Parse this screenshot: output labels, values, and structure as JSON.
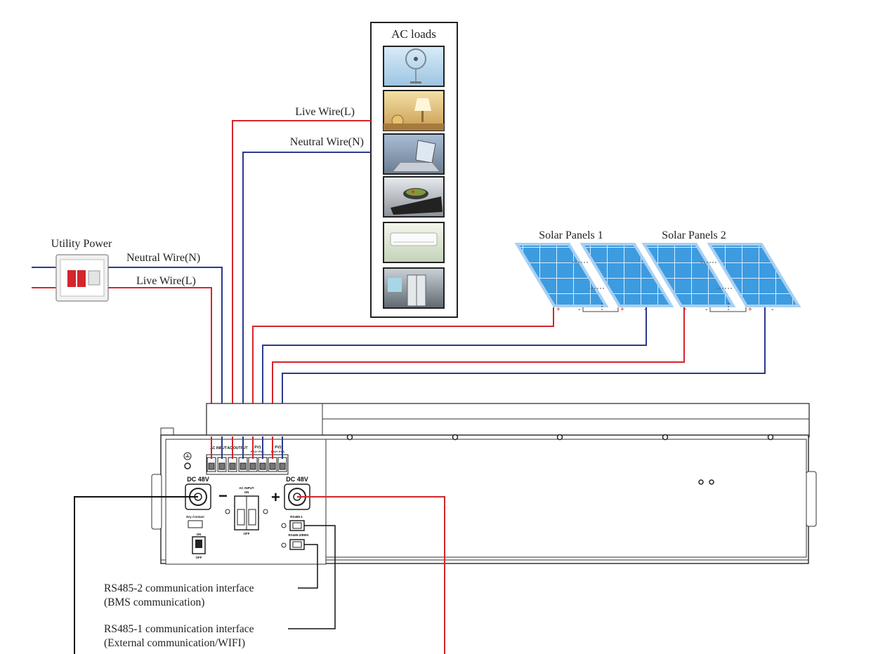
{
  "labels": {
    "ac_loads": "AC loads",
    "live_wire_top": "Live Wire(L)",
    "neutral_wire_top": "Neutral Wire(N)",
    "utility_power": "Utility Power",
    "neutral_wire_utility": "Neutral Wire(N)",
    "live_wire_utility": "Live Wire(L)",
    "solar_panels_1": "Solar Panels 1",
    "solar_panels_2": "Solar Panels 2",
    "rs485_2_line1": "RS485-2 communication interface",
    "rs485_2_line2": "(BMS communication)",
    "rs485_1_line1": "RS485-1 communication interface",
    "rs485_1_line2": "(External communication/WIFI)"
  },
  "panel_labels": {
    "dc48v_left": "DC 48V",
    "dc48v_right": "DC 48V",
    "minus": "−",
    "plus": "+",
    "ac_input_on": "AC INPUT",
    "on": "ON",
    "off": "OFF",
    "dry_contact": "Dry Contact",
    "switch_on": "ON",
    "switch_off": "OFF",
    "rs485_1": "RS485-1",
    "rs485_2": "RS485-2/BMS",
    "terminal_ac_input": "AC INPUT",
    "terminal_ac_output": "AC OUTPUT",
    "terminal_pv1": "PV1",
    "terminal_pv1_pol": "PV1+ PV1-",
    "terminal_pv2": "PV2",
    "terminal_pv2_pol": "PV2+ PV2-"
  },
  "solar_polarity": {
    "plus": "+",
    "minus": "-"
  },
  "colors": {
    "live": "#d4262b",
    "neutral": "#2a3a8f",
    "dc_black": "#111111",
    "panel_blue": "#3d9be0",
    "panel_frame": "#9fc9ee"
  },
  "ac_load_icons": [
    "fan-icon",
    "lamp-icon",
    "laptop-icon",
    "cooktop-icon",
    "air-conditioner-icon",
    "refrigerator-icon"
  ]
}
